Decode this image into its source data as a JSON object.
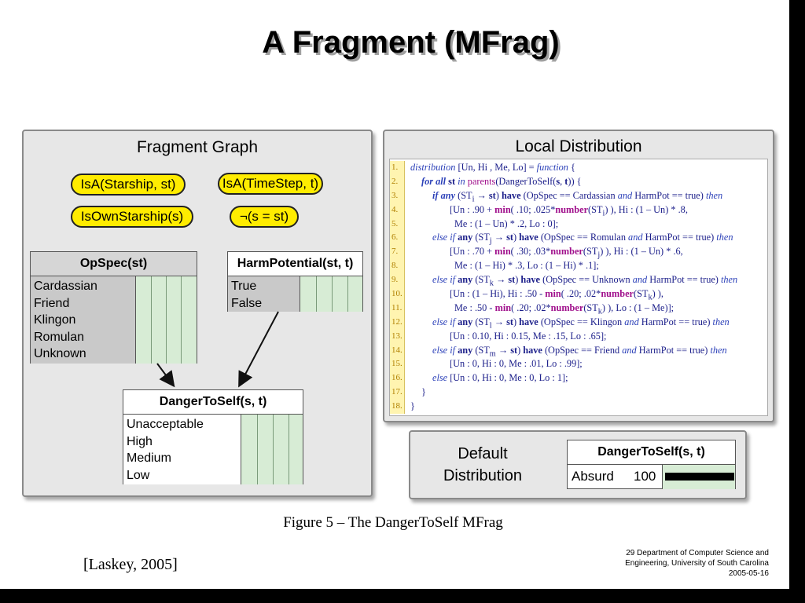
{
  "slide": {
    "title": "A Fragment (MFrag)",
    "caption": "Figure 5 – The DangerToSelf MFrag",
    "citation": "[Laskey, 2005]",
    "footer": {
      "line1": "29 Department of Computer Science and",
      "line2": "Engineering, University of South Carolina",
      "line3": "2005-05-16"
    }
  },
  "fragment_graph": {
    "title": "Fragment Graph",
    "context_nodes": [
      "IsA(Starship, st)",
      "IsA(TimeStep, t)",
      "IsOwnStarship(s)",
      "¬(s = st)"
    ],
    "opspec": {
      "name": "OpSpec(st)",
      "states": [
        "Cardassian",
        "Friend",
        "Klingon",
        "Romulan",
        "Unknown"
      ]
    },
    "harmpotential": {
      "name": "HarmPotential(st, t)",
      "states": [
        "True",
        "False"
      ]
    },
    "dangertoself": {
      "name": "DangerToSelf(s, t)",
      "states": [
        "Unacceptable",
        "High",
        "Medium",
        "Low"
      ]
    }
  },
  "local_distribution": {
    "title": "Local Distribution",
    "line_numbers": [
      "1.",
      "2.",
      "3.",
      "4.",
      "5.",
      "6.",
      "7.",
      "8.",
      "9.",
      "10.",
      "11.",
      "12.",
      "13.",
      "14.",
      "15.",
      "16.",
      "17.",
      "18."
    ]
  },
  "default_distribution": {
    "title_line1": "Default",
    "title_line2": "Distribution",
    "node_name": "DangerToSelf(s, t)",
    "state": "Absurd",
    "value": "100"
  },
  "colors": {
    "context_pill": "#ffec00",
    "panel_bg": "#e7e7e7",
    "cpt_grid": "#d7ecd5",
    "code_text": "#1b1e8a",
    "code_function": "#a0108c",
    "line_number_bg": "#fff4b0"
  }
}
